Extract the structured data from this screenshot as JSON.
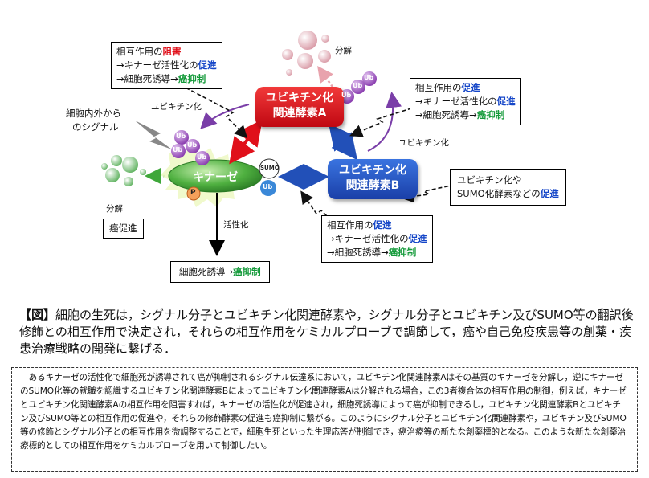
{
  "diagram": {
    "box_top_left": {
      "line1_prefix": "相互作用の",
      "line1_highlight": "阻害",
      "line2_prefix": "→キナーゼ活性化の",
      "line2_highlight": "促進",
      "line3_prefix": "→細胞死誘導→",
      "line3_highlight": "癌抑制"
    },
    "box_top_right": {
      "line1_prefix": "相互作用の",
      "line1_highlight": "促進",
      "line2_prefix": "→キナーゼ活性化の",
      "line2_highlight": "促進",
      "line3_prefix": "→細胞死誘導→",
      "line3_highlight": "癌抑制"
    },
    "box_mid_right": {
      "line1": "ユビキチン化や",
      "line2_prefix": "SUMO化酵素などの",
      "line2_highlight": "促進"
    },
    "box_bottom_mid": {
      "line1_prefix": "相互作用の",
      "line1_highlight": "促進",
      "line2_prefix": "→キナーゼ活性化の",
      "line2_highlight": "促進",
      "line3_prefix": "→細胞死誘導→",
      "line3_highlight": "癌抑制"
    },
    "box_bottom_center": {
      "prefix": "細胞死誘導→",
      "highlight": "癌抑制"
    },
    "box_cancer": "癌促進",
    "enzyme_a": {
      "line1": "ユビキチン化",
      "line2": "関連酵素A"
    },
    "enzyme_b": {
      "line1": "ユビキチン化",
      "line2": "関連酵素B"
    },
    "kinase_label": "キナーゼ",
    "signal_label_line1": "細胞内外から",
    "signal_label_line2": "のシグナル",
    "ubiquitination_left": "ユビキチン化",
    "ubiquitination_right": "ユビキチン化",
    "degradation_top": "分解",
    "degradation_left": "分解",
    "activation": "活性化",
    "ub": "Ub",
    "sumo": "SUMO",
    "p": "P",
    "colors": {
      "red": "#e0101a",
      "blue": "#1546c8",
      "green": "#149a3a",
      "enzyme_a": "#d8121a",
      "enzyme_b": "#2250b8",
      "kinase": "#3fa73a",
      "ub": "#9b59b6"
    }
  },
  "caption": {
    "tag": "【図】",
    "text": "細胞の生死は，シグナル分子とユビキチン化関連酵素や，シグナル分子とユビキチン及びSUMO等の翻訳後修飾との相互作用で決定され，それらの相互作用をケミカルプローブで調節して，癌や自己免疫疾患等の創薬・疾患治療戦略の開発に繋げる．"
  },
  "summary": "あるキナーゼの活性化で細胞死が誘導されて癌が抑制されるシグナル伝達系において，ユビキチン化関連酵素Aはその基質のキナーゼを分解し，逆にキナーゼのSUMO化等の就職を認識するユビキチン化関連酵素Bによってユビキチン化関連酵素Aは分解される場合，この3者複合体の相互作用の制御，例えば，キナーゼとユビキチン化関連酵素Aの相互作用を阻害すれば，キナーゼの活性化が促進され，細胞死誘導によって癌が抑制できるし，ユビキチン化関連酵素Bとユビキチン及びSUMO等との相互作用の促進や，それらの修飾酵素の促進も癌抑制に繋がる。このようにシグナル分子とユビキチン化関連酵素や，ユビキチン及びSUMO等の修飾とシグナル分子との相互作用を微調整することで，細胞生死といった生理応答が制御でき，癌治療等の新たな創薬標的となる。このような新たな創薬治療標的としての相互作用をケミカルプローブを用いて制御したい。"
}
